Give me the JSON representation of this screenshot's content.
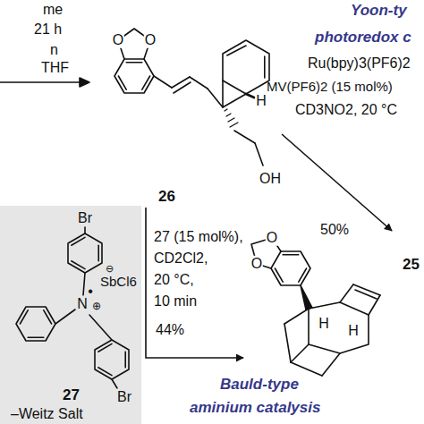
{
  "diagram": {
    "nodes": [
      {
        "text": [
          "26"
        ]
      },
      {
        "text": [
          "Br",
          "⊖",
          "SbCl6",
          "N",
          "•",
          "⊕",
          "Br",
          "27",
          "–Weitz Salt"
        ]
      },
      {
        "text": [
          "25"
        ]
      }
    ],
    "edges": [
      {
        "from": 0,
        "to": 2,
        "arrow": "to",
        "label": "50%"
      },
      {
        "from": 0,
        "to": 2,
        "arrow": "to",
        "label": "44%"
      }
    ],
    "labels": [
      "me",
      "21 h",
      "n",
      "THF",
      "Yoon-ty",
      "photoredox c",
      "Ru(bpy)3(PF6)2",
      "MV(PF6)2 (15 mol%)",
      "CD3NO2, 20 °C",
      "O",
      "O",
      "OH",
      "H",
      "27 (15 mol%),",
      "CD2Cl2,",
      "20 °C,",
      "10 min",
      "Bauld-type",
      "aminium catalysis",
      "O",
      "O",
      "H",
      "H"
    ]
  }
}
